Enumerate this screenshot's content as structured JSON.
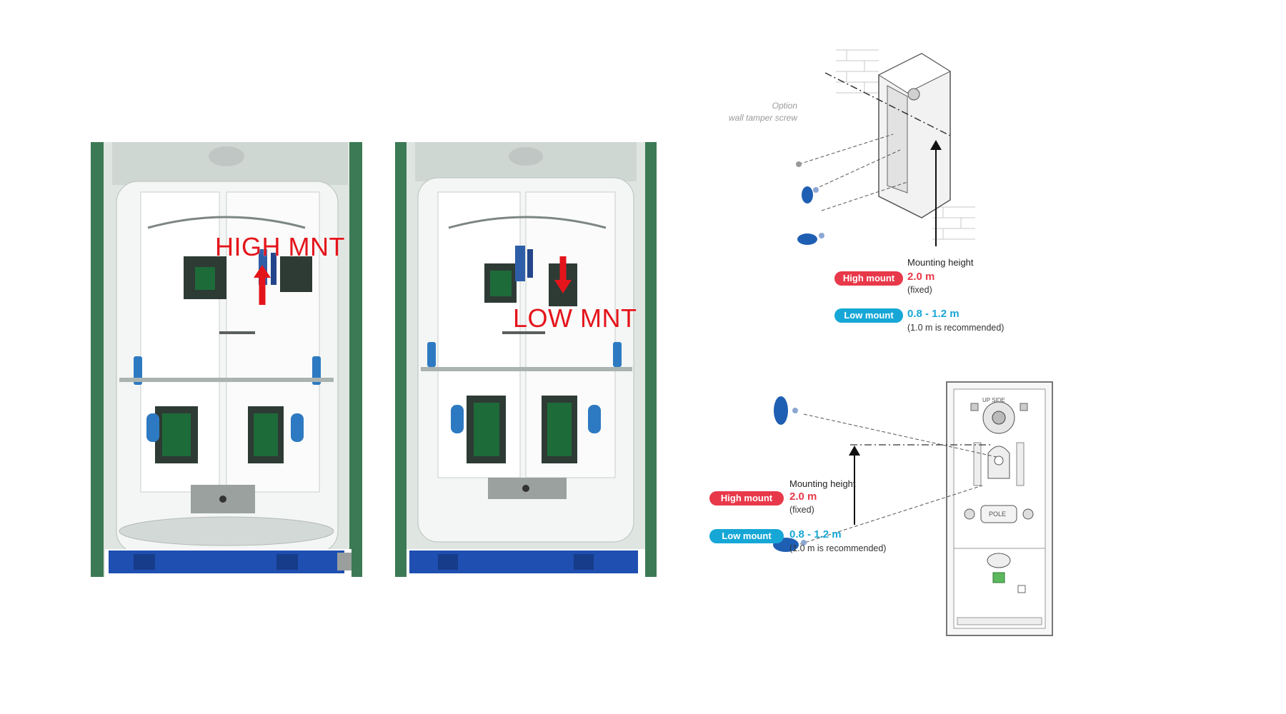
{
  "photos": {
    "left_caption": "HIGH MNT",
    "right_caption": "LOW MNT"
  },
  "top_diagram": {
    "option_note": "Option\nwall tamper screw",
    "mounting_height_label": "Mounting height",
    "high": {
      "badge": "High mount",
      "value": "2.0 m",
      "sub": "(fixed)"
    },
    "low": {
      "badge": "Low mount",
      "value": "0.8 - 1.2 m",
      "sub": "(1.0 m is recommended)"
    }
  },
  "bottom_diagram": {
    "mounting_height_label": "Mounting height",
    "high": {
      "badge": "High mount",
      "value": "2.0 m",
      "sub": "(fixed)"
    },
    "low": {
      "badge": "Low mount",
      "value": "0.8 - 1.2 m",
      "sub": "(1.0 m is recommended)"
    },
    "board_label_up": "UP SIDE",
    "board_label_pole": "POLE"
  },
  "colors": {
    "caption_red": "#e4141b",
    "high_badge": "#e8394a",
    "low_badge": "#16a7d6",
    "screw_blue": "#1f5fb3"
  }
}
